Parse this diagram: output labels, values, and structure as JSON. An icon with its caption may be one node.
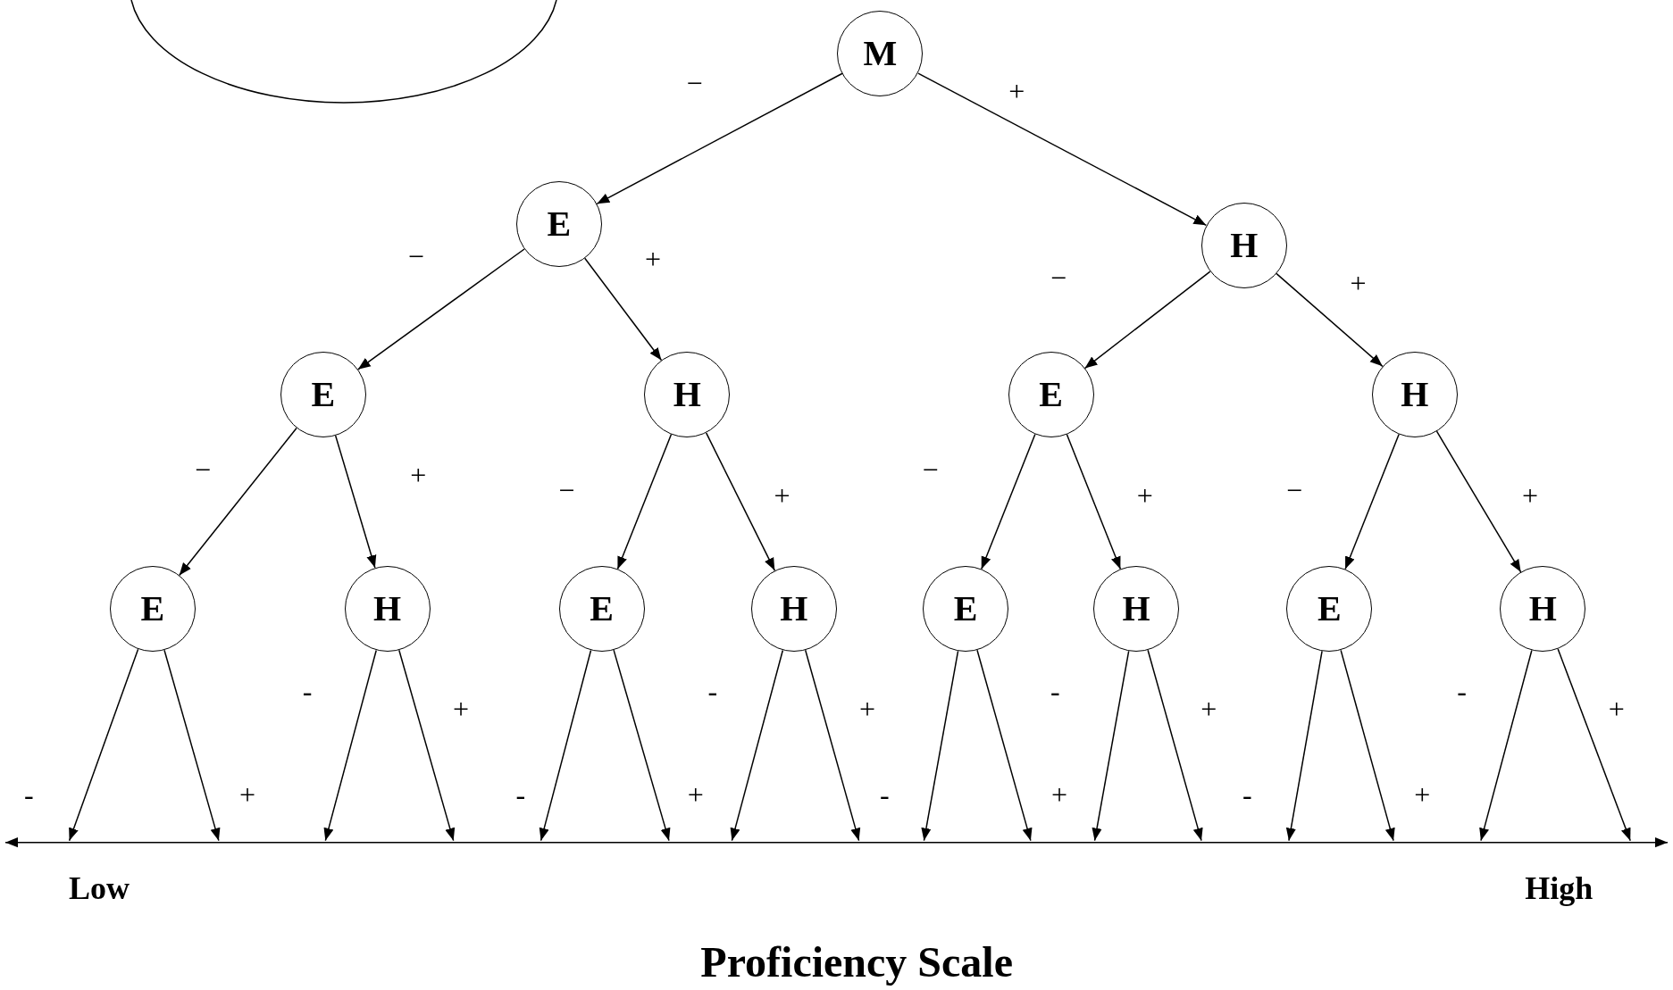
{
  "diagram": {
    "caption": "Proficiency Scale",
    "nodes": [
      {
        "text": [
          "M"
        ]
      },
      {
        "text": [
          "E"
        ]
      },
      {
        "text": [
          "H"
        ]
      },
      {
        "text": [
          "E"
        ]
      },
      {
        "text": [
          "H"
        ]
      },
      {
        "text": [
          "E"
        ]
      },
      {
        "text": [
          "H"
        ]
      },
      {
        "text": [
          "E"
        ]
      },
      {
        "text": [
          "H"
        ]
      },
      {
        "text": [
          "E"
        ]
      },
      {
        "text": [
          "H"
        ]
      },
      {
        "text": [
          "E"
        ]
      },
      {
        "text": [
          "H"
        ]
      },
      {
        "text": [
          "E"
        ]
      },
      {
        "text": [
          "H"
        ]
      }
    ],
    "edges": [
      {
        "from": 0,
        "to": 1,
        "arrow": "to",
        "label": "−"
      },
      {
        "from": 0,
        "to": 2,
        "arrow": "to",
        "label": "+"
      },
      {
        "from": 1,
        "to": 3,
        "arrow": "to",
        "label": "−"
      },
      {
        "from": 1,
        "to": 4,
        "arrow": "to",
        "label": "+"
      },
      {
        "from": 2,
        "to": 5,
        "arrow": "to",
        "label": "−"
      },
      {
        "from": 2,
        "to": 6,
        "arrow": "to",
        "label": "+"
      },
      {
        "from": 3,
        "to": 7,
        "arrow": "to",
        "label": "−"
      },
      {
        "from": 3,
        "to": 8,
        "arrow": "to",
        "label": "+"
      },
      {
        "from": 4,
        "to": 9,
        "arrow": "to",
        "label": "−"
      },
      {
        "from": 4,
        "to": 10,
        "arrow": "to",
        "label": "+"
      },
      {
        "from": 5,
        "to": 11,
        "arrow": "to",
        "label": "−"
      },
      {
        "from": 5,
        "to": 12,
        "arrow": "to",
        "label": "+"
      },
      {
        "from": 6,
        "to": 13,
        "arrow": "to",
        "label": "−"
      },
      {
        "from": 6,
        "to": 14,
        "arrow": "to",
        "label": "+"
      },
      {
        "from": 7,
        "to": null,
        "arrow": "to",
        "label": "-"
      },
      {
        "from": 7,
        "to": null,
        "arrow": "to",
        "label": "+"
      },
      {
        "from": 8,
        "to": null,
        "arrow": "to",
        "label": "-"
      },
      {
        "from": 8,
        "to": null,
        "arrow": "to",
        "label": "+"
      },
      {
        "from": 9,
        "to": null,
        "arrow": "to",
        "label": "-"
      },
      {
        "from": 9,
        "to": null,
        "arrow": "to",
        "label": "+"
      },
      {
        "from": 10,
        "to": null,
        "arrow": "to",
        "label": "-"
      },
      {
        "from": 10,
        "to": null,
        "arrow": "to",
        "label": "+"
      },
      {
        "from": 11,
        "to": null,
        "arrow": "to",
        "label": "-"
      },
      {
        "from": 11,
        "to": null,
        "arrow": "to",
        "label": "+"
      },
      {
        "from": 12,
        "to": null,
        "arrow": "to",
        "label": "-"
      },
      {
        "from": 12,
        "to": null,
        "arrow": "to",
        "label": "+"
      },
      {
        "from": 13,
        "to": null,
        "arrow": "to",
        "label": "-"
      },
      {
        "from": 13,
        "to": null,
        "arrow": "to",
        "label": "+"
      },
      {
        "from": 14,
        "to": null,
        "arrow": "to",
        "label": "-"
      },
      {
        "from": 14,
        "to": null,
        "arrow": "to",
        "label": "+"
      }
    ],
    "labels": [
      "Low",
      "High"
    ]
  }
}
